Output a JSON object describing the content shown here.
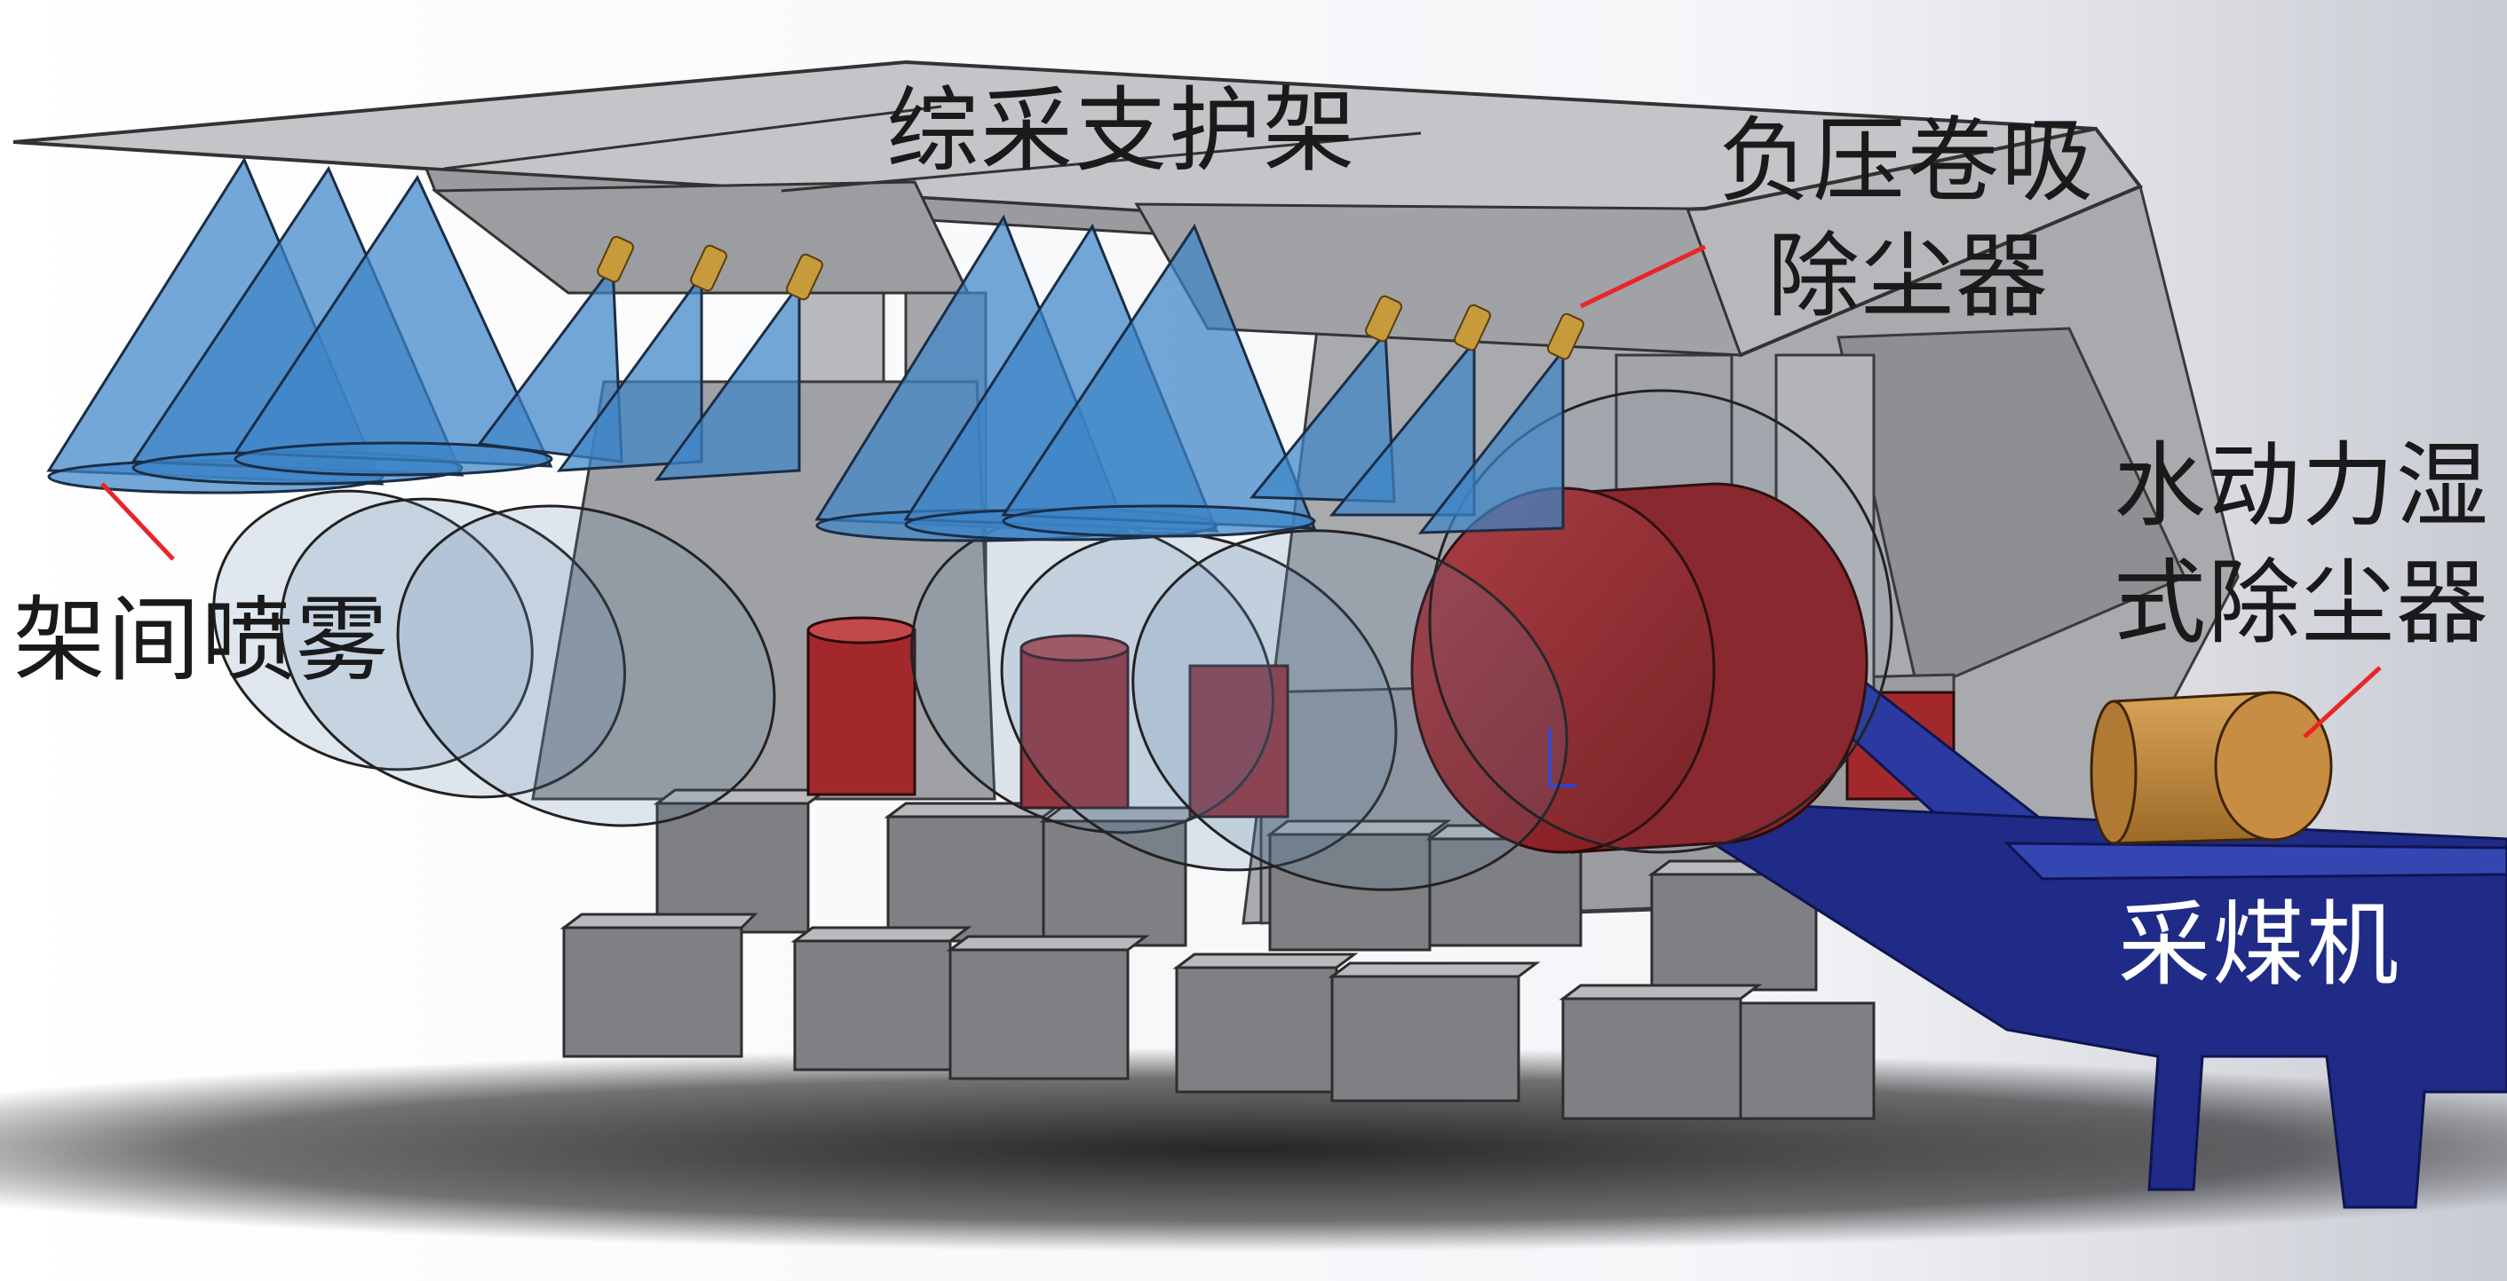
{
  "labels": {
    "support": "综采支护架",
    "negative_pressure_line1": "负压卷吸",
    "negative_pressure_line2": "除尘器",
    "hydro_line1": "水动力湿",
    "hydro_line2": "式除尘器",
    "spray": "架间喷雾",
    "shearer": "采煤机"
  },
  "colors": {
    "canopy": "#c3c4c7",
    "steel": "#8f9094",
    "block": "#7d7e82",
    "spray": "#3f86c9",
    "drum": "#9b2629",
    "nozzle": "#c79a3c",
    "arm": "#1f2f8e",
    "leader": "#e8262a"
  }
}
